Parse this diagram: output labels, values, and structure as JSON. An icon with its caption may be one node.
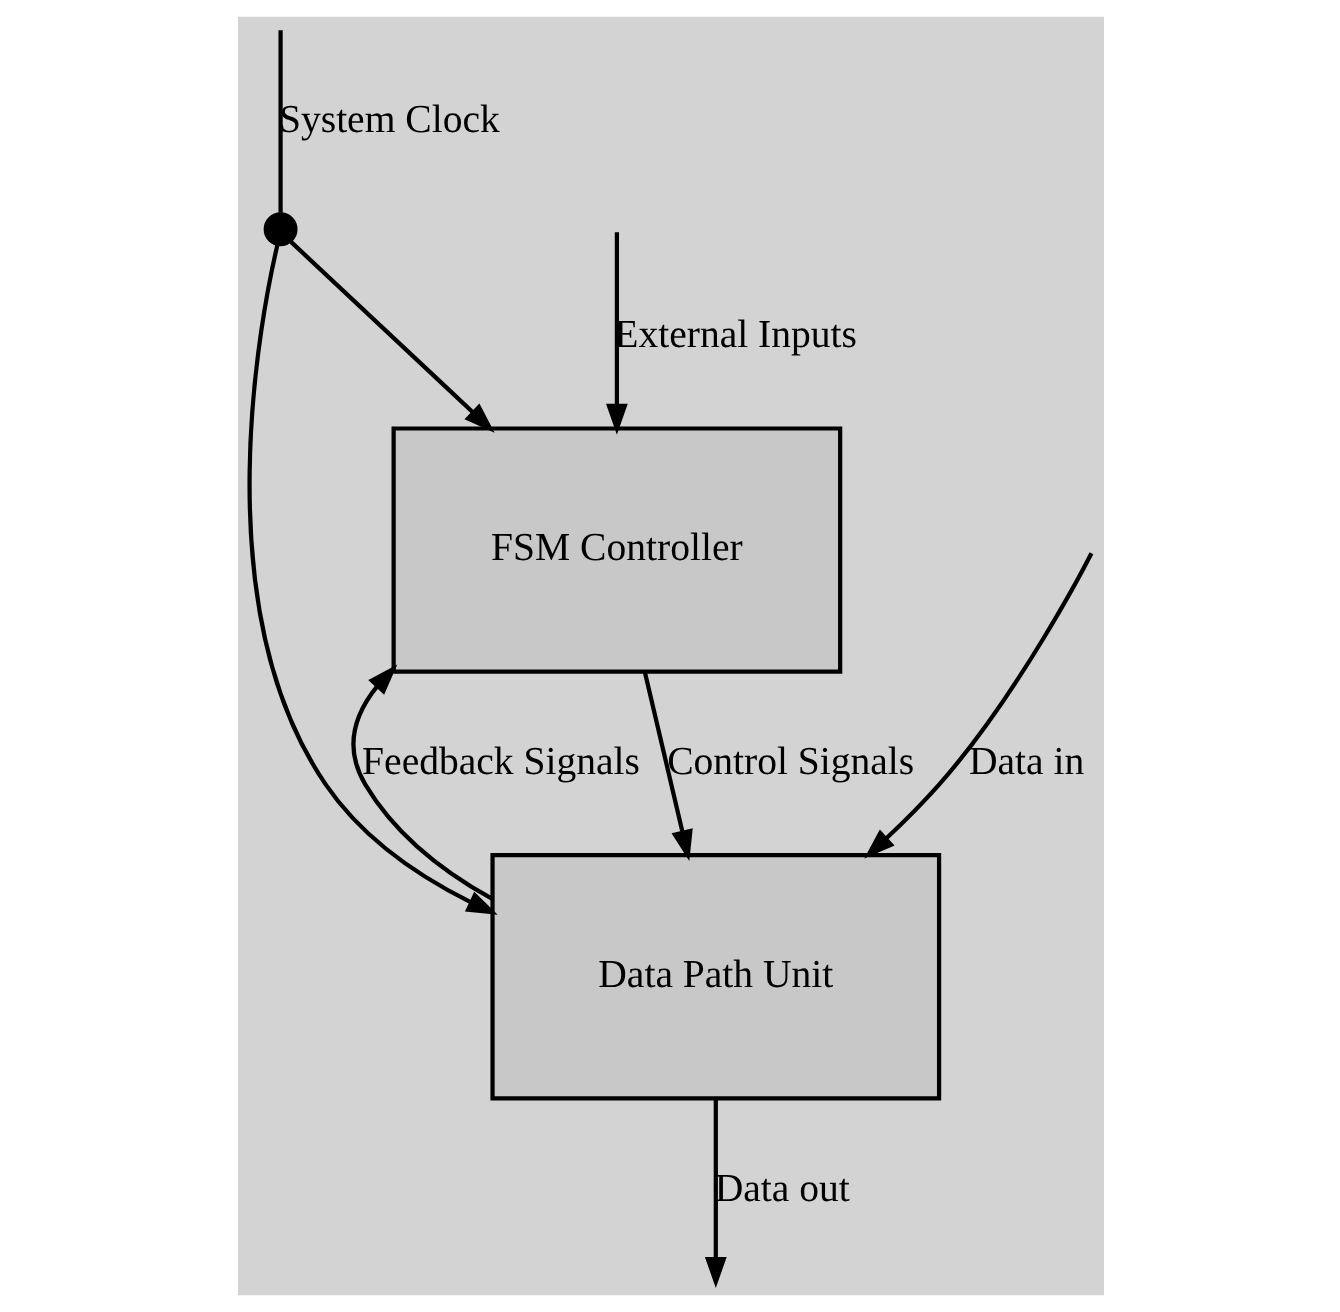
{
  "diagram": {
    "nodes": [
      {
        "text": [
          "FSM Controller"
        ]
      },
      {
        "text": [
          "Data Path Unit"
        ]
      },
      {
        "text": [],
        "shape": "circle"
      }
    ],
    "edges": [
      {
        "from": null,
        "to": 0,
        "arrow": "to",
        "label": "External Inputs"
      },
      {
        "from": null,
        "to": 2,
        "arrow": "none",
        "label": "System Clock"
      },
      {
        "from": 2,
        "to": 0,
        "arrow": "to"
      },
      {
        "from": 2,
        "to": 1,
        "arrow": "to"
      },
      {
        "from": 0,
        "to": 1,
        "arrow": "to",
        "label": "Control Signals"
      },
      {
        "from": null,
        "to": 1,
        "arrow": "to",
        "label": "Data in"
      },
      {
        "from": 1,
        "to": null,
        "arrow": "to",
        "label": "Data out"
      },
      {
        "from": 1,
        "to": 0,
        "arrow": "to",
        "label": "Feedback Signals"
      }
    ]
  }
}
